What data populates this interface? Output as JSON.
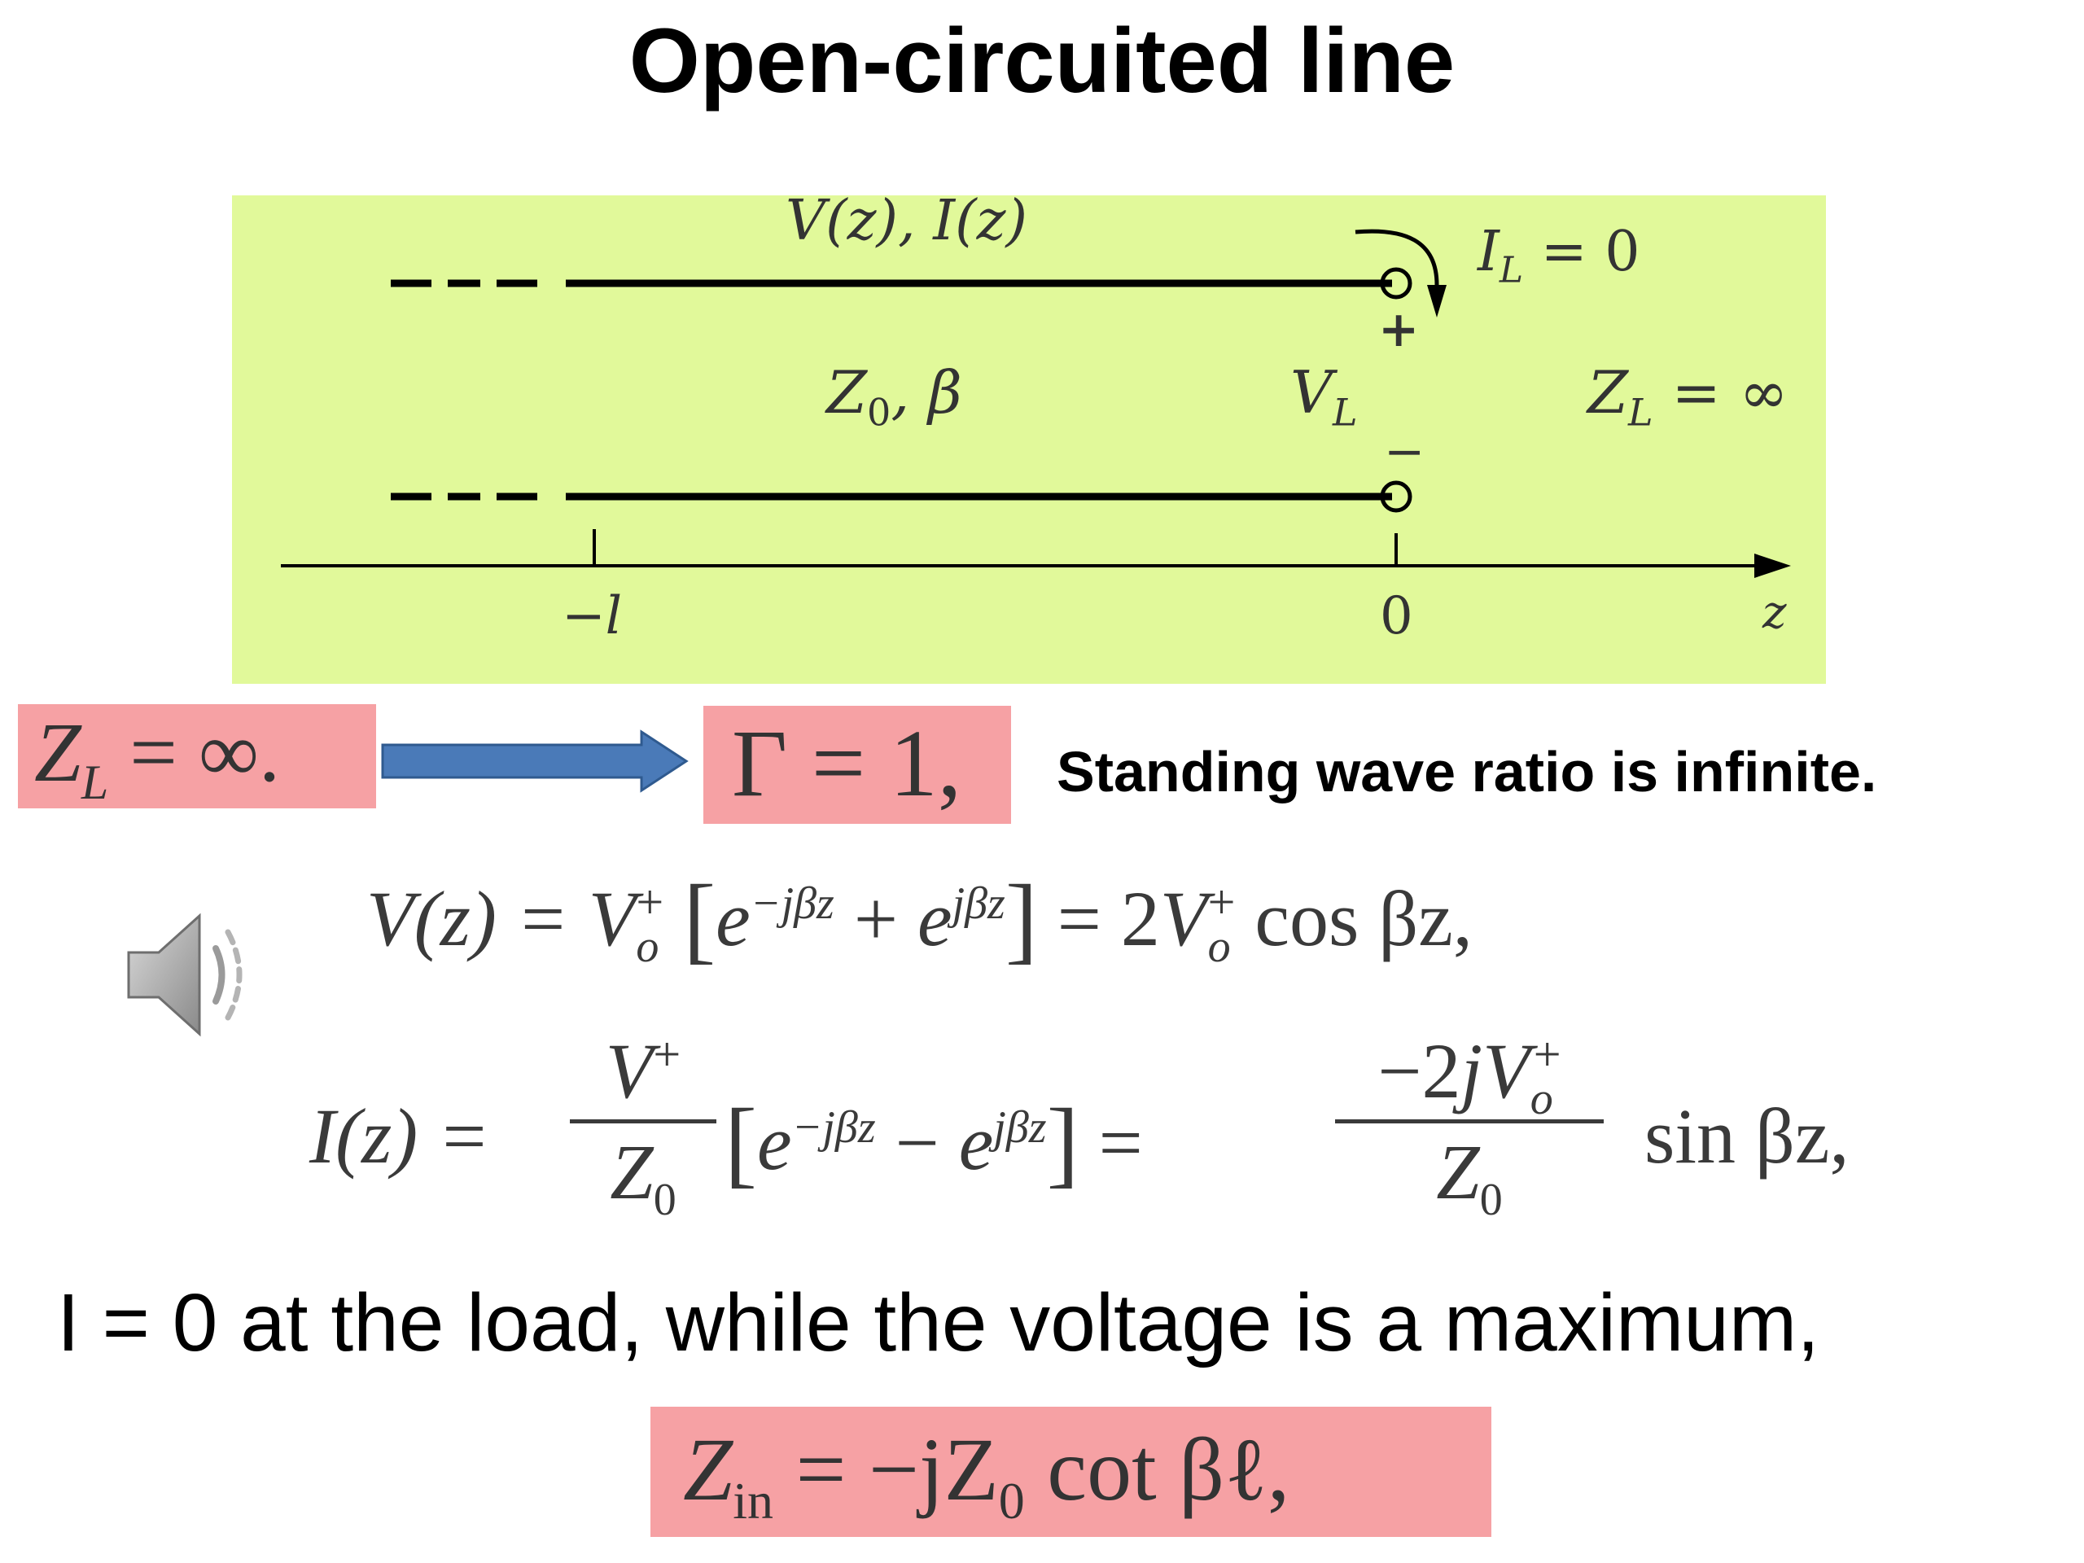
{
  "slide": {
    "title": "Open-circuited line",
    "diagram": {
      "vz_iz": "V(z), I(z)",
      "il": "I",
      "il_sub": "L",
      "il_val": " = 0",
      "plus": "+",
      "minus": "−",
      "vl": "V",
      "vl_sub": "L",
      "z0": "Z",
      "z0_sub": "0",
      "z0_beta": ", β",
      "zl": "Z",
      "zl_sub": "L",
      "zl_val": " = ∞",
      "tick_l": "−l",
      "tick_0": "0",
      "axis_z": "z"
    },
    "zl_box": {
      "z": "Z",
      "sub": "L",
      "rest": " = ∞."
    },
    "gamma_box": "Γ = 1,",
    "swr_text": "Standing wave ratio is infinite.",
    "eq_v": {
      "lhs": "V(z) = V",
      "rest": " cos βz,"
    },
    "eq_i": {
      "lhs": "I(z) =",
      "num1": "V",
      "den1": "Z",
      "sin": "sin βz,"
    },
    "body_text": "I = 0 at the load, while the voltage is a maximum,",
    "zin_box": {
      "z": "Z",
      "sub": "in",
      "rest": " = −jZ",
      "sub2": "0",
      "tail": " cot βℓ,"
    },
    "colors": {
      "diagram_bg": "#e1f99a",
      "highlight": "#f6a1a4",
      "arrow": "#4a7ab8"
    },
    "icons": [
      "speaker-icon"
    ]
  }
}
